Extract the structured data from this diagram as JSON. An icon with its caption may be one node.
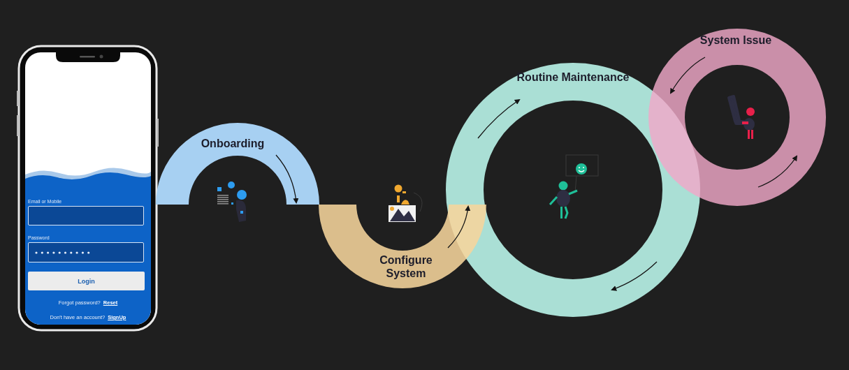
{
  "diagram": {
    "nodes": [
      {
        "text": [
          "Onboarding"
        ]
      },
      {
        "text": [
          "Configure System"
        ]
      },
      {
        "text": [
          "Routine Maintenance"
        ]
      },
      {
        "text": [
          "System Issue"
        ]
      }
    ],
    "labels": [
      "Email or Mobile",
      "Password",
      "Login",
      "Forgot password?",
      "Reset",
      "Don't have an account?",
      "SignUp"
    ]
  }
}
